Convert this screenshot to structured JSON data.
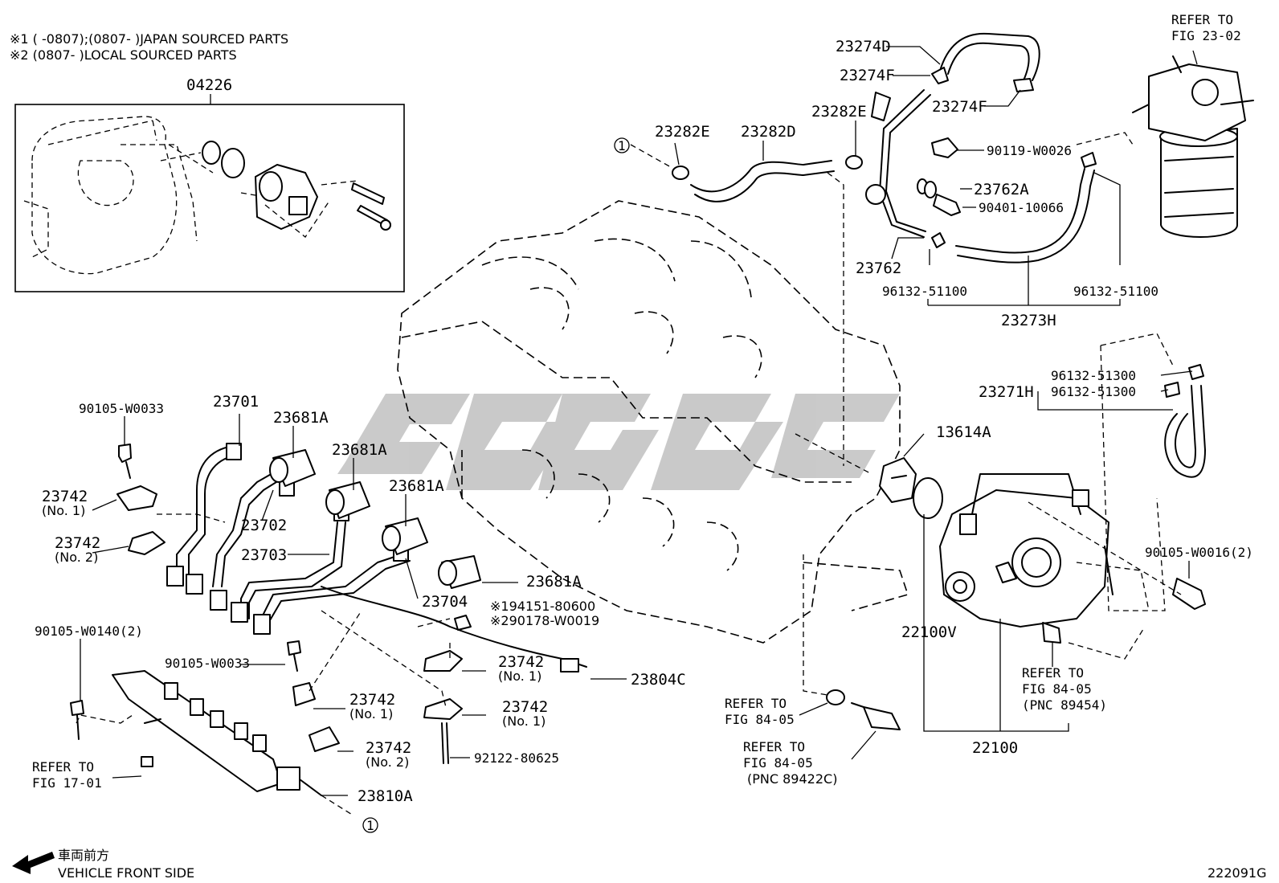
{
  "notes": {
    "line1": "※1 (      -0807);(0807-      )JAPAN SOURCED PARTS",
    "line2": "※2 (0807-      )LOCAL SOURCED PARTS"
  },
  "box": {
    "label": "04226"
  },
  "callouts": {
    "p23274D": "23274D",
    "p23274F_a": "23274F",
    "p23274F_b": "23274F",
    "p23282E_a": "23282E",
    "p23282D": "23282D",
    "p23282E_b": "23282E",
    "p90119": "90119-W0026",
    "p23762A": "23762A",
    "p90401": "90401-10066",
    "p23762": "23762",
    "p96132_a": "96132-51100",
    "p96132_b": "96132-51100",
    "p23273H": "23273H",
    "refer_2302_a": "REFER TO",
    "refer_2302_b": "FIG 23-02",
    "p96132_51300_a": "96132-51300",
    "p96132_51300_b": "96132-51300",
    "p23271H": "23271H",
    "p13614A": "13614A",
    "p90105_W0016": "90105-W0016(2)",
    "p22100V": "22100V",
    "refer_8405_a1": "REFER TO",
    "refer_8405_a2": "FIG 84-05",
    "pnc_89454": "(PNC 89454)",
    "p22100": "22100",
    "p90105_W0033_a": "90105-W0033",
    "p23701": "23701",
    "p23681A_a": "23681A",
    "p23681A_b": "23681A",
    "p23681A_c": "23681A",
    "p23681A_d": "23681A",
    "p23742_no1_a": "23742",
    "no1_a": "(No. 1)",
    "p23742_no2_a": "23742",
    "no2_a": "(No. 2)",
    "p23702": "23702",
    "p23703": "23703",
    "p23704": "23704",
    "ref194151": "※194151-80600",
    "ref290178": "※290178-W0019",
    "p90105_W0140": "90105-W0140(2)",
    "p90105_W0033_b": "90105-W0033",
    "p23742_no1_b": "23742",
    "no1_b": "(No. 1)",
    "p23804C": "23804C",
    "p23742_no1_c": "23742",
    "no1_c": "(No. 1)",
    "p23742_no1_d": "23742",
    "no1_d": "(No. 1)",
    "p23742_no2_b": "23742",
    "no2_b": "(No. 2)",
    "p92122": "92122-80625",
    "refer_1701_a": "REFER TO",
    "refer_1701_b": "FIG 17-01",
    "p23810A": "23810A",
    "refer_8405_b1": "REFER TO",
    "refer_8405_b2": "FIG 84-05",
    "refer_8405_c1": "REFER TO",
    "refer_8405_c2": "FIG 84-05",
    "pnc_89422C": "(PNC 89422C)",
    "circle1_a": "1",
    "circle1_b": "1"
  },
  "footer": {
    "direction_jp": "車両前方",
    "direction_en": "VEHICLE FRONT SIDE",
    "figure_code": "222091G"
  }
}
